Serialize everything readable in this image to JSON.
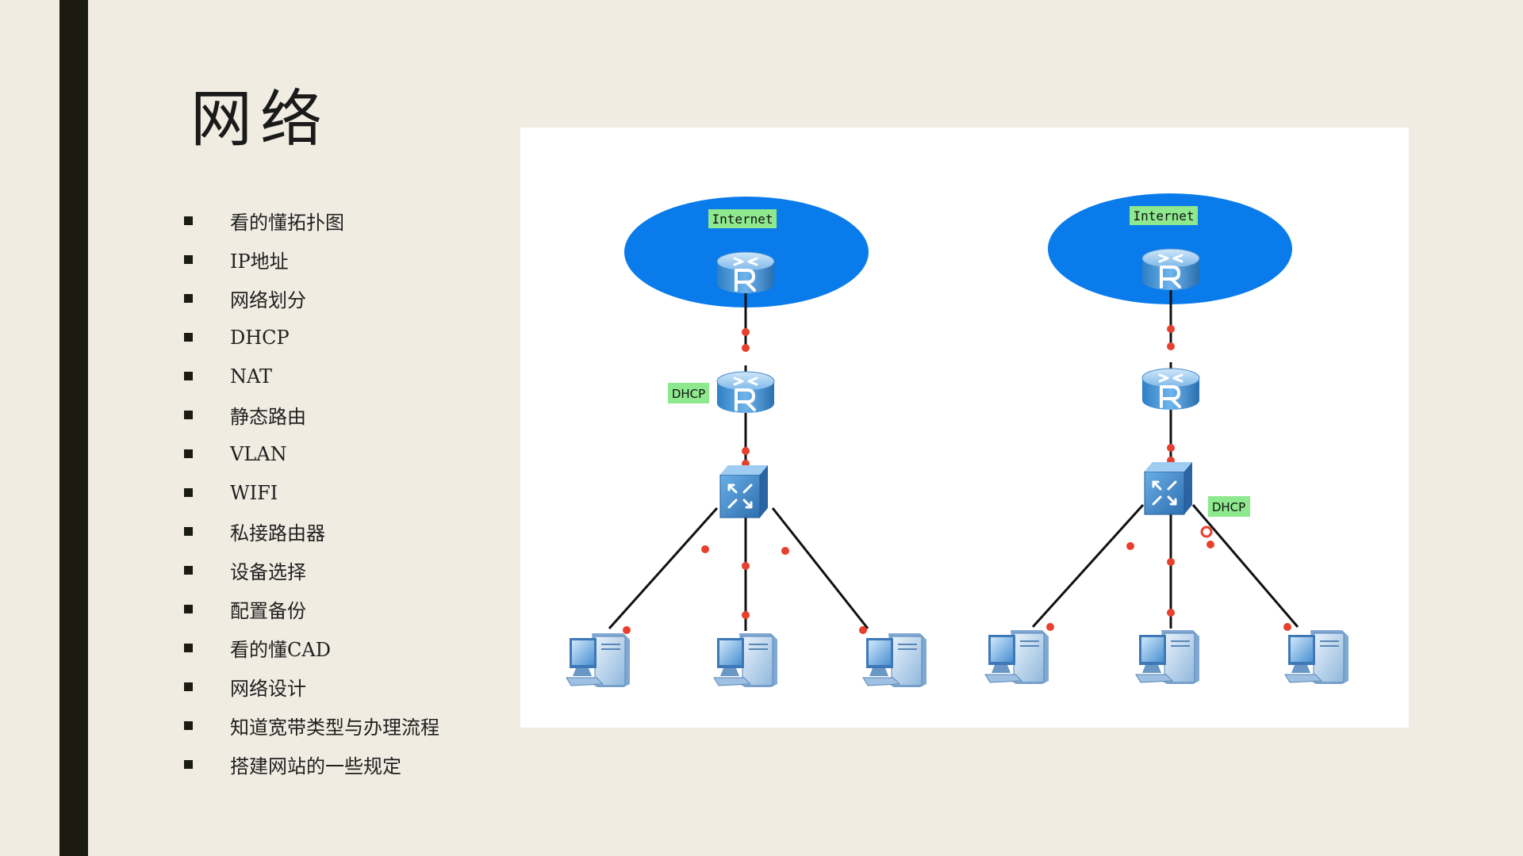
{
  "slide": {
    "title": "网络",
    "topics": [
      "看的懂拓扑图",
      "IP地址",
      "网络划分",
      "DHCP",
      "NAT",
      "静态路由",
      "VLAN",
      "WIFI",
      "私接路由器",
      "设备选择",
      "配置备份",
      "看的懂CAD",
      "网络设计",
      "知道宽带类型与办理流程",
      "搭建网站的一些规定"
    ]
  },
  "diagram": {
    "left": {
      "cloud_label": "Internet",
      "dhcp_label": "DHCP",
      "router_glyph": "R"
    },
    "right": {
      "cloud_label": "Internet",
      "dhcp_label": "DHCP",
      "router_glyph": "R"
    }
  },
  "colors": {
    "cloud": "#0a7bea",
    "label_bg": "#8ee88e",
    "link_dot": "#e8402e",
    "sidebar": "#1c1b12",
    "background": "#f0ece2"
  }
}
